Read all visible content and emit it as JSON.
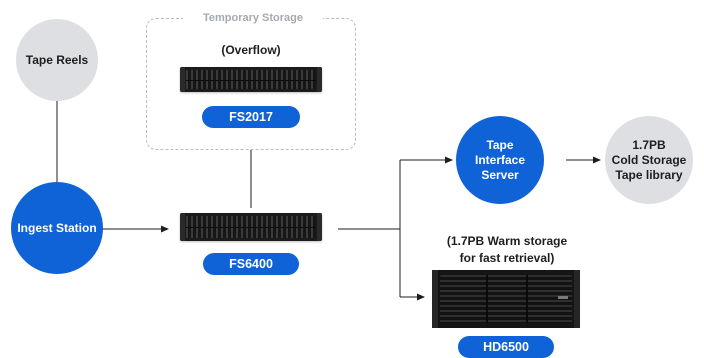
{
  "diagram": {
    "temporary_storage_label": "Temporary Storage",
    "nodes": {
      "tape_reels": "Tape Reels",
      "ingest_station": "Ingest Station",
      "tape_interface_server": "Tape Interface Server",
      "cold_storage": {
        "line1": "1.7PB",
        "line2": "Cold Storage",
        "line3": "Tape library"
      }
    },
    "overflow_caption": "(Overflow)",
    "warm_caption": {
      "line1": "(1.7PB Warm storage",
      "line2": "for fast retrieval)"
    },
    "devices": {
      "fs2017": "FS2017",
      "fs6400": "FS6400",
      "hd6500": "HD6500"
    },
    "colors": {
      "accent_blue": "#0f63d6",
      "node_gray": "#dddfe3",
      "line": "#1e1e1e",
      "dashed_border": "#b9bcc2"
    }
  }
}
